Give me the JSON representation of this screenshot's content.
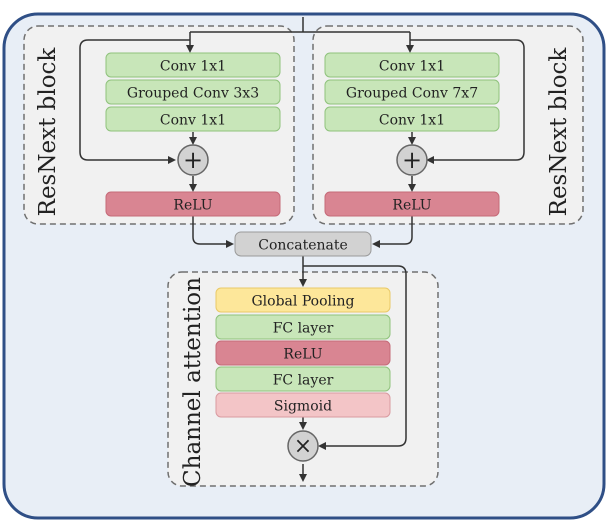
{
  "colors": {
    "outer_fill": "#e8eef6",
    "outer_stroke": "#2f4f86",
    "group_fill": "#f1f1f1",
    "group_stroke": "#707070",
    "green": "#c8e6b9",
    "green_stroke": "#8fc27c",
    "red": "#d98592",
    "red_stroke": "#c56a78",
    "yellow": "#fde79a",
    "yellow_stroke": "#e9c967",
    "pink": "#f3c5c7",
    "pink_stroke": "#d99aa0",
    "gray": "#d2d2d2",
    "gray_stroke": "#9a9a9a",
    "arrow": "#333333"
  },
  "left_block": {
    "title": "ResNext block",
    "layers": [
      "Conv 1x1",
      "Grouped Conv 3x3",
      "Conv 1x1"
    ],
    "add_symbol": "+",
    "activation": "ReLU"
  },
  "right_block": {
    "title": "ResNext block",
    "layers": [
      "Conv 1x1",
      "Grouped Conv 7x7",
      "Conv 1x1"
    ],
    "add_symbol": "+",
    "activation": "ReLU"
  },
  "concat": {
    "label": "Concatenate"
  },
  "attention": {
    "title": "Channel attention",
    "layers": [
      "Global Pooling",
      "FC layer",
      "ReLU",
      "FC layer",
      "Sigmoid"
    ],
    "multiply_symbol": "×"
  }
}
